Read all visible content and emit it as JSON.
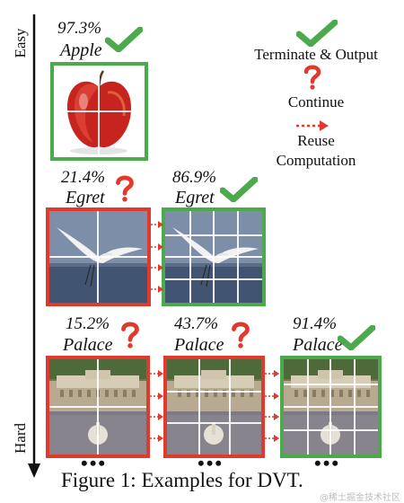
{
  "axis": {
    "top_label": "Easy",
    "bottom_label": "Hard"
  },
  "legend": {
    "terminate_label": "Terminate & Output",
    "continue_label": "Continue",
    "reuse_label_line1": "Reuse",
    "reuse_label_line2": "Computation"
  },
  "rows": [
    {
      "items": [
        {
          "confidence": "97.3%",
          "class": "Apple",
          "status": "terminate"
        }
      ]
    },
    {
      "items": [
        {
          "confidence": "21.4%",
          "class": "Egret",
          "status": "continue"
        },
        {
          "confidence": "86.9%",
          "class": "Egret",
          "status": "terminate"
        }
      ]
    },
    {
      "items": [
        {
          "confidence": "15.2%",
          "class": "Palace",
          "status": "continue"
        },
        {
          "confidence": "43.7%",
          "class": "Palace",
          "status": "continue"
        },
        {
          "confidence": "91.4%",
          "class": "Palace",
          "status": "terminate"
        }
      ]
    }
  ],
  "ellipsis": "•••",
  "caption": "Figure 1: Examples for DVT.",
  "watermark": "@稀土掘金技术社区",
  "colors": {
    "terminate": "#4caa4c",
    "continue": "#e03a2f",
    "axis": "#111111"
  }
}
